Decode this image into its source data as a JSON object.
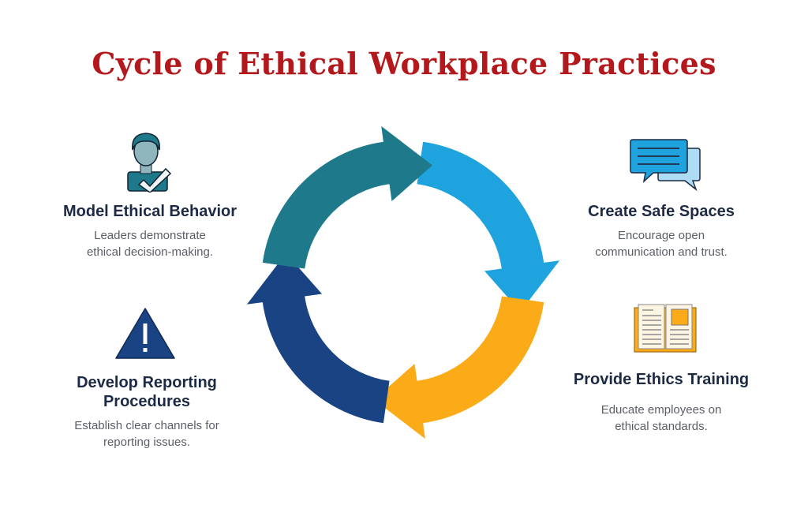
{
  "title": "Cycle of Ethical Workplace Practices",
  "steps": [
    {
      "title": "Model Ethical Behavior",
      "desc_lines": [
        "Leaders demonstrate",
        "ethical decision-making."
      ],
      "icon": "person-check-icon",
      "color": "#1e7a8a"
    },
    {
      "title": "Create Safe Spaces",
      "desc_lines": [
        "Encourage open",
        "communication and trust."
      ],
      "icon": "speech-bubbles-icon",
      "color": "#1fa3de"
    },
    {
      "title": "Provide Ethics Training",
      "desc_lines": [
        "Educate employees on",
        "ethical standards."
      ],
      "icon": "open-book-icon",
      "color": "#fbab18"
    },
    {
      "title_lines": [
        "Develop Reporting",
        "Procedures"
      ],
      "desc_lines": [
        "Establish clear channels for",
        "reporting issues."
      ],
      "icon": "warning-icon",
      "color": "#1a4384"
    }
  ]
}
